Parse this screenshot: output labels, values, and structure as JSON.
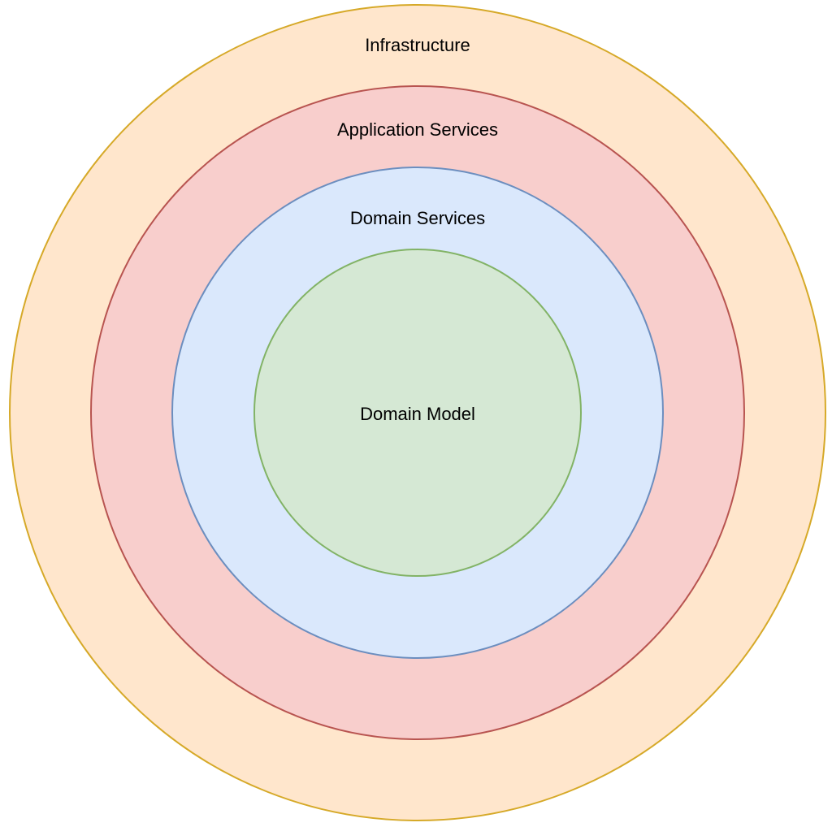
{
  "diagram": {
    "layers": [
      {
        "id": "infrastructure",
        "label": "Infrastructure",
        "fill": "#ffe6cc",
        "stroke": "#d6a928"
      },
      {
        "id": "application-services",
        "label": "Application Services",
        "fill": "#f8cecc",
        "stroke": "#b85450"
      },
      {
        "id": "domain-services",
        "label": "Domain Services",
        "fill": "#dae8fc",
        "stroke": "#6c8ebf"
      },
      {
        "id": "domain-model",
        "label": "Domain Model",
        "fill": "#d5e8d4",
        "stroke": "#82b366"
      }
    ]
  }
}
